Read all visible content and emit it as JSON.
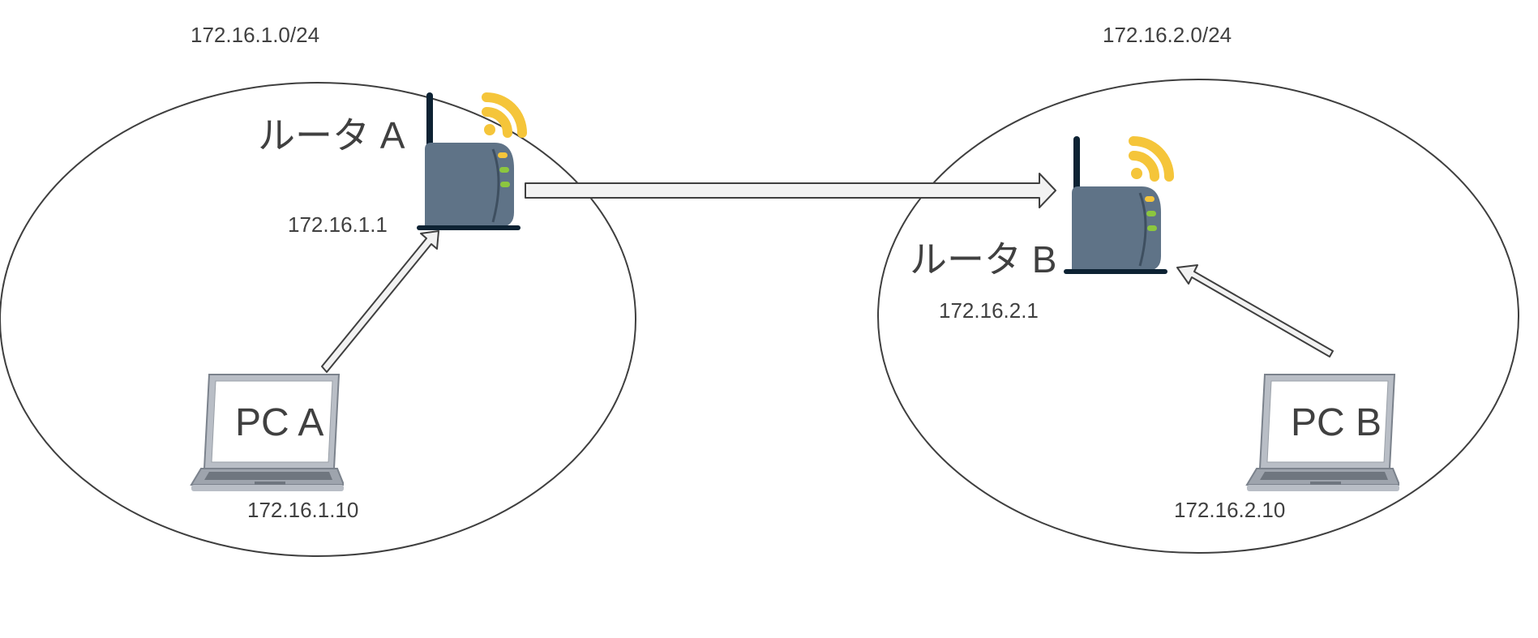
{
  "networks": {
    "a": {
      "subnet": "172.16.1.0/24"
    },
    "b": {
      "subnet": "172.16.2.0/24"
    }
  },
  "routers": {
    "a": {
      "name": "ルータ A",
      "ip": "172.16.1.1"
    },
    "b": {
      "name": "ルータ B",
      "ip": "172.16.2.1"
    }
  },
  "pcs": {
    "a": {
      "name": "PC A",
      "ip": "172.16.1.10"
    },
    "b": {
      "name": "PC B",
      "ip": "172.16.2.10"
    }
  },
  "colors": {
    "router_body": "#5f7387",
    "antenna": "#0d2233",
    "wifi": "#f5c53a",
    "led_yellow": "#f5c53a",
    "led_green": "#8cc63f",
    "arrow_fill": "#f2f2f2",
    "outline": "#3f3f3f"
  }
}
